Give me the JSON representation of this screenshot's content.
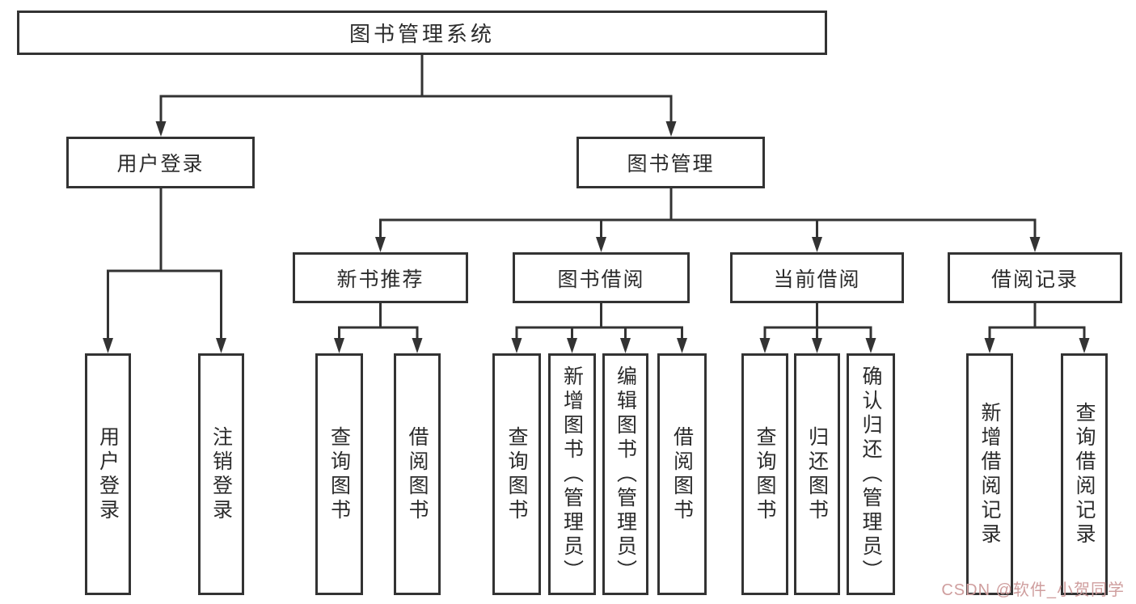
{
  "tree": {
    "root": {
      "label": "图书管理系统",
      "children": [
        {
          "label": "用户登录",
          "children": [
            {
              "label": "用户登录"
            },
            {
              "label": "注销登录"
            }
          ]
        },
        {
          "label": "图书管理",
          "children": [
            {
              "label": "新书推荐",
              "children": [
                {
                  "label": "查询图书"
                },
                {
                  "label": "借阅图书"
                }
              ]
            },
            {
              "label": "图书借阅",
              "children": [
                {
                  "label": "查询图书"
                },
                {
                  "label": "新增图书（管理员）"
                },
                {
                  "label": "编辑图书（管理员）"
                },
                {
                  "label": "借阅图书"
                }
              ]
            },
            {
              "label": "当前借阅",
              "children": [
                {
                  "label": "查询图书"
                },
                {
                  "label": "归还图书"
                },
                {
                  "label": "确认归还（管理员）"
                }
              ]
            },
            {
              "label": "借阅记录",
              "children": [
                {
                  "label": "新增借阅记录"
                },
                {
                  "label": "查询借阅记录"
                }
              ]
            }
          ]
        }
      ]
    }
  },
  "watermark": {
    "text": "CSDN @软件_小贺同学"
  },
  "colors": {
    "line": "#333333",
    "text": "#2b2b2b",
    "box_bg": "#ffffff",
    "background": "#ffffff",
    "watermark": "#cf9e9e"
  }
}
